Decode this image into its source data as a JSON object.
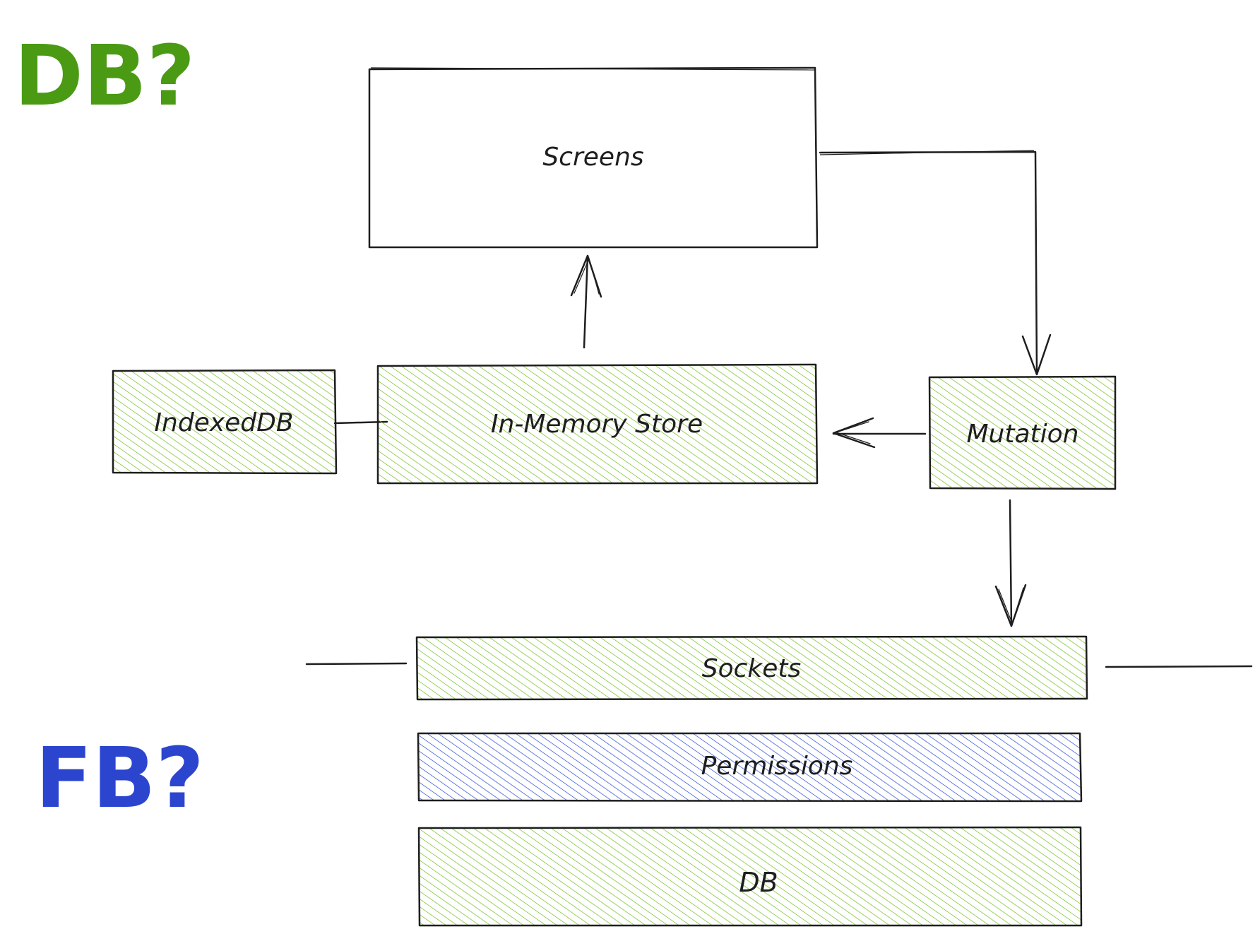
{
  "corner_labels": {
    "top_left": "DB?",
    "bottom_left": "FB?"
  },
  "boxes": {
    "screens": "Screens",
    "indexeddb": "IndexedDB",
    "in_memory_store": "In-Memory Store",
    "mutation": "Mutation",
    "sockets": "Sockets",
    "permissions": "Permissions",
    "db": "DB"
  },
  "colors": {
    "stroke": "#1e1e1e",
    "green_fill": "#7fc634",
    "blue_fill": "#3d5bd9",
    "db_label_green": "#4a9a14",
    "fb_label_blue": "#2c45cf"
  }
}
